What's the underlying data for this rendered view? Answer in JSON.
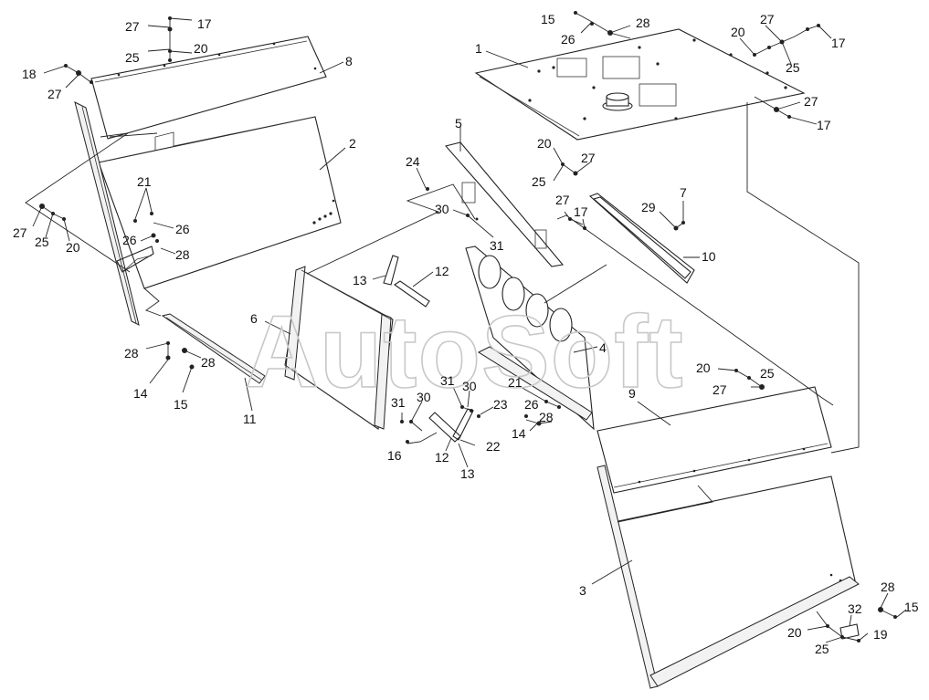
{
  "watermark": "AutoSoft",
  "callouts": {
    "c1": "1",
    "c2": "2",
    "c3": "3",
    "c4": "4",
    "c5": "5",
    "c6": "6",
    "c7": "7",
    "c8": "8",
    "c9": "9",
    "c10": "10",
    "c11": "11",
    "c12a": "12",
    "c12b": "12",
    "c13a": "13",
    "c13b": "13",
    "c14a": "14",
    "c14b": "14",
    "c15a": "15",
    "c15b": "15",
    "c15c": "15",
    "c16": "16",
    "c17a": "17",
    "c17b": "17",
    "c17c": "17",
    "c17d": "17",
    "c18": "18",
    "c19": "19",
    "c20a": "20",
    "c20b": "20",
    "c20c": "20",
    "c20d": "20",
    "c20e": "20",
    "c20f": "20",
    "c21a": "21",
    "c21b": "21",
    "c22": "22",
    "c23": "23",
    "c24": "24",
    "c25a": "25",
    "c25b": "25",
    "c25c": "25",
    "c25d": "25",
    "c25e": "25",
    "c25f": "25",
    "c26a": "26",
    "c26b": "26",
    "c26c": "26",
    "c26d": "26",
    "c27a": "27",
    "c27b": "27",
    "c27c": "27",
    "c27d": "27",
    "c27e": "27",
    "c27f": "27",
    "c27g": "27",
    "c27h": "27",
    "c28a": "28",
    "c28b": "28",
    "c28c": "28",
    "c28d": "28",
    "c28e": "28",
    "c29": "29",
    "c30a": "30",
    "c30b": "30",
    "c30c": "30",
    "c31a": "31",
    "c31b": "31",
    "c31c": "31",
    "c32": "32"
  }
}
